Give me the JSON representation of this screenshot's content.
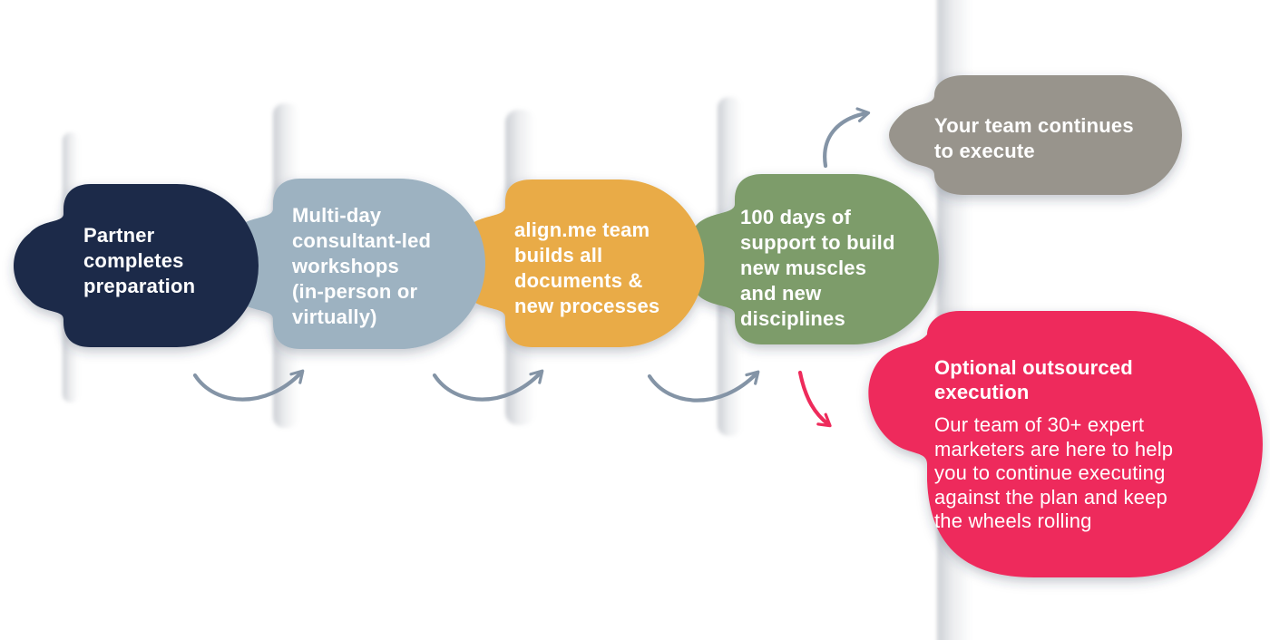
{
  "diagram": {
    "title_hint": "align.me engagement process flow",
    "background": "#ffffff",
    "steps": [
      {
        "id": "step-1",
        "color": "#1e2b4a",
        "label_lines": [
          "Partner",
          "completes",
          "preparation"
        ]
      },
      {
        "id": "step-2",
        "color": "#9db2c1",
        "label_lines": [
          "Multi-day",
          "consultant-led",
          "workshops",
          "(in-person or",
          "virtually)"
        ]
      },
      {
        "id": "step-3",
        "color": "#e9ab46",
        "label_lines": [
          "align.me team",
          "builds all",
          "documents &",
          "new processes"
        ]
      },
      {
        "id": "step-4",
        "color": "#7d9c6b",
        "label_lines": [
          "100 days of",
          "support to build",
          "new muscles",
          "and new",
          "disciplines"
        ]
      },
      {
        "id": "step-5",
        "color": "#98948c",
        "label_lines": [
          "Your team continues",
          "to execute"
        ]
      },
      {
        "id": "step-6",
        "color": "#ee2b5b",
        "title_lines": [
          "Optional outsourced",
          "execution"
        ],
        "body_lines": [
          "Our team of 30+ expert",
          "marketers are here to help",
          "you to continue executing",
          "against the plan and keep",
          "the wheels rolling"
        ]
      }
    ],
    "arrow_color": "#8494a6",
    "optional_arrow_color": "#ee2b5b"
  }
}
